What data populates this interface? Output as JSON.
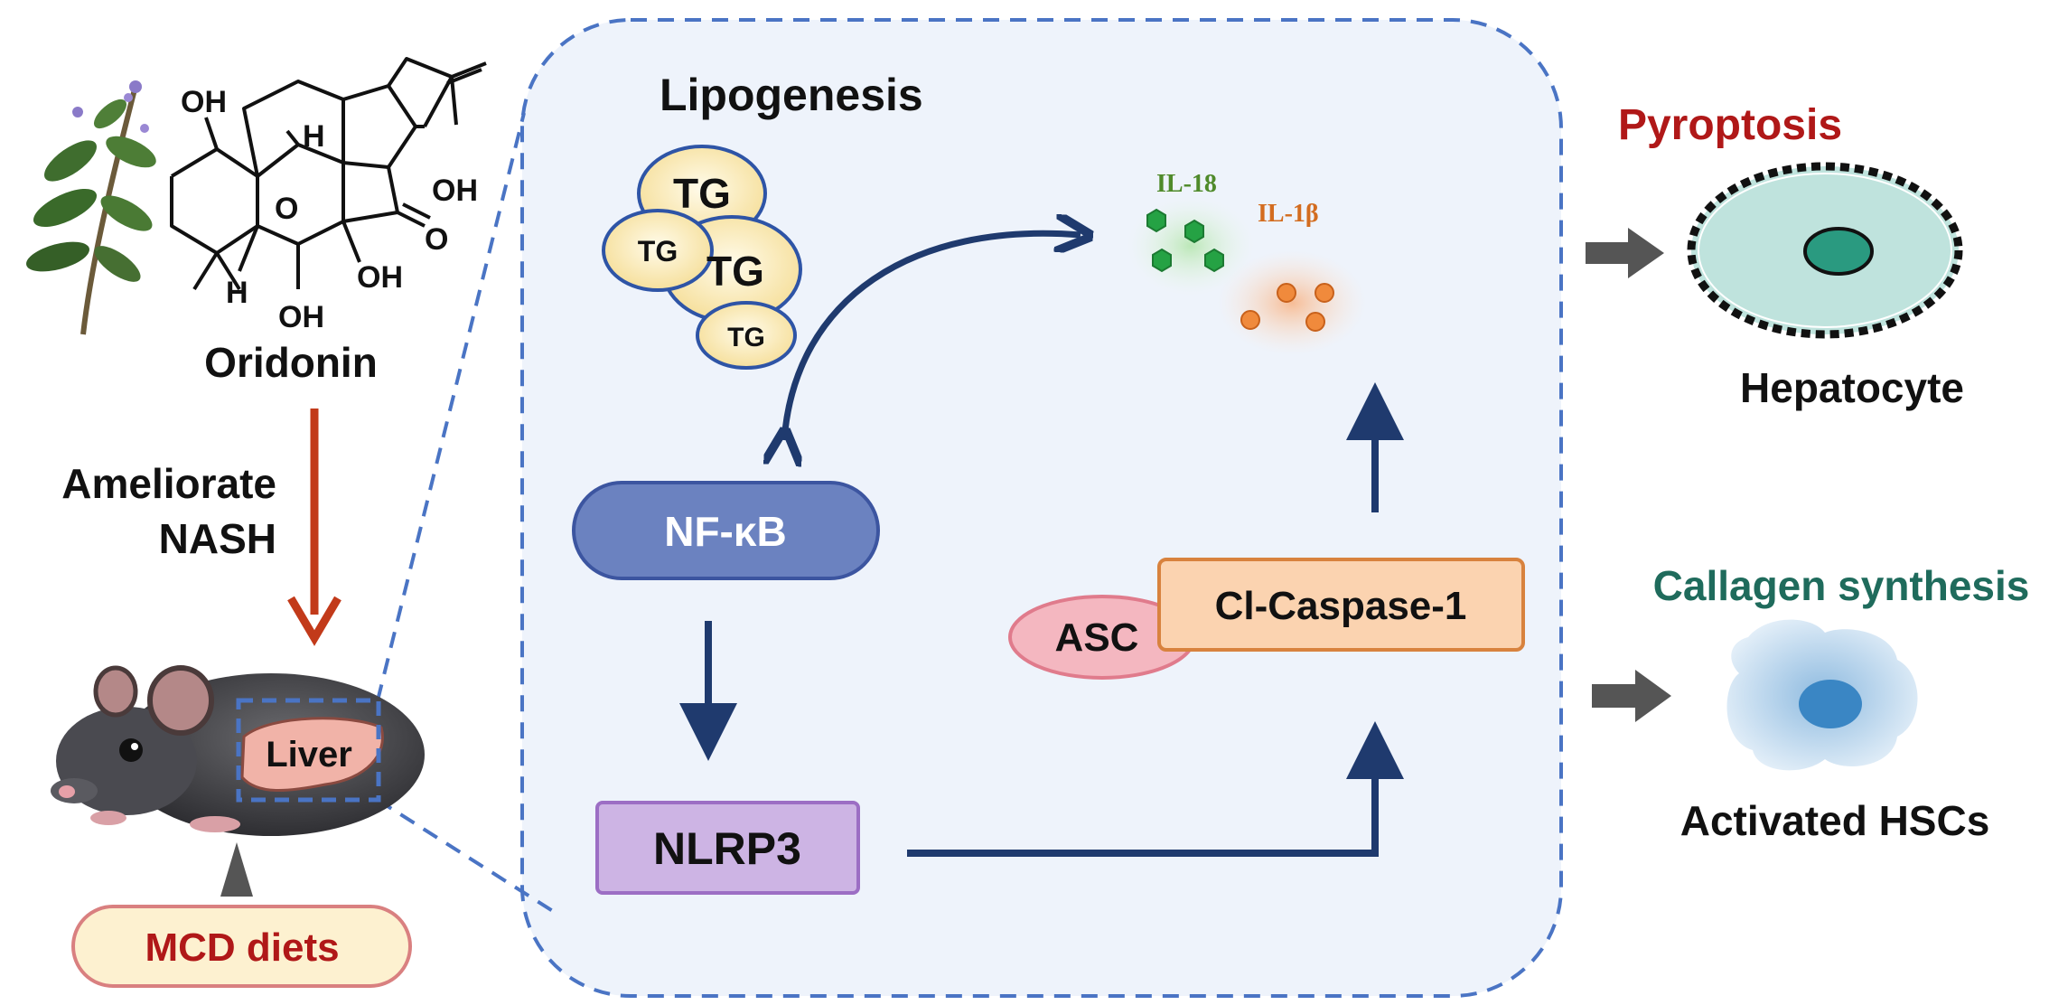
{
  "left": {
    "compound_name": "Oridonin",
    "effect_line1": "Ameliorate",
    "effect_line2": "NASH",
    "organ_label": "Liver",
    "diet_label": "MCD diets",
    "structure_labels": {
      "oh_top": "OH",
      "h_top": "H",
      "oh_right": "OH",
      "o_ketone": "O",
      "o_ring": "O",
      "oh_mid": "OH",
      "oh_bottom": "OH",
      "h_bottom": "H"
    }
  },
  "center": {
    "lipogenesis_title": "Lipogenesis",
    "tg_labels": [
      "TG",
      "TG",
      "TG",
      "TG"
    ],
    "il18_label": "IL-18",
    "il1b_label": "IL-1β",
    "nfkb_label": "NF-κB",
    "nlrp3_label": "NLRP3",
    "asc_label": "ASC",
    "caspase_label": "Cl-Caspase-1"
  },
  "right": {
    "pyroptosis_title": "Pyroptosis",
    "hepatocyte_label": "Hepatocyte",
    "collagen_title": "Callagen synthesis",
    "hsc_label": "Activated HSCs"
  },
  "colors": {
    "red_title": "#b01818",
    "green_title": "#1f6b5c",
    "pathway_arrow": "#1f3a6e",
    "nfkb_fill": "#6b82c0",
    "nlrp3_fill": "#cdb4e4",
    "caspase_fill": "#fbd3b0",
    "asc_fill": "#f4b7c0",
    "panel_border": "#4a74c4",
    "panel_fill": "#eef3fb"
  }
}
